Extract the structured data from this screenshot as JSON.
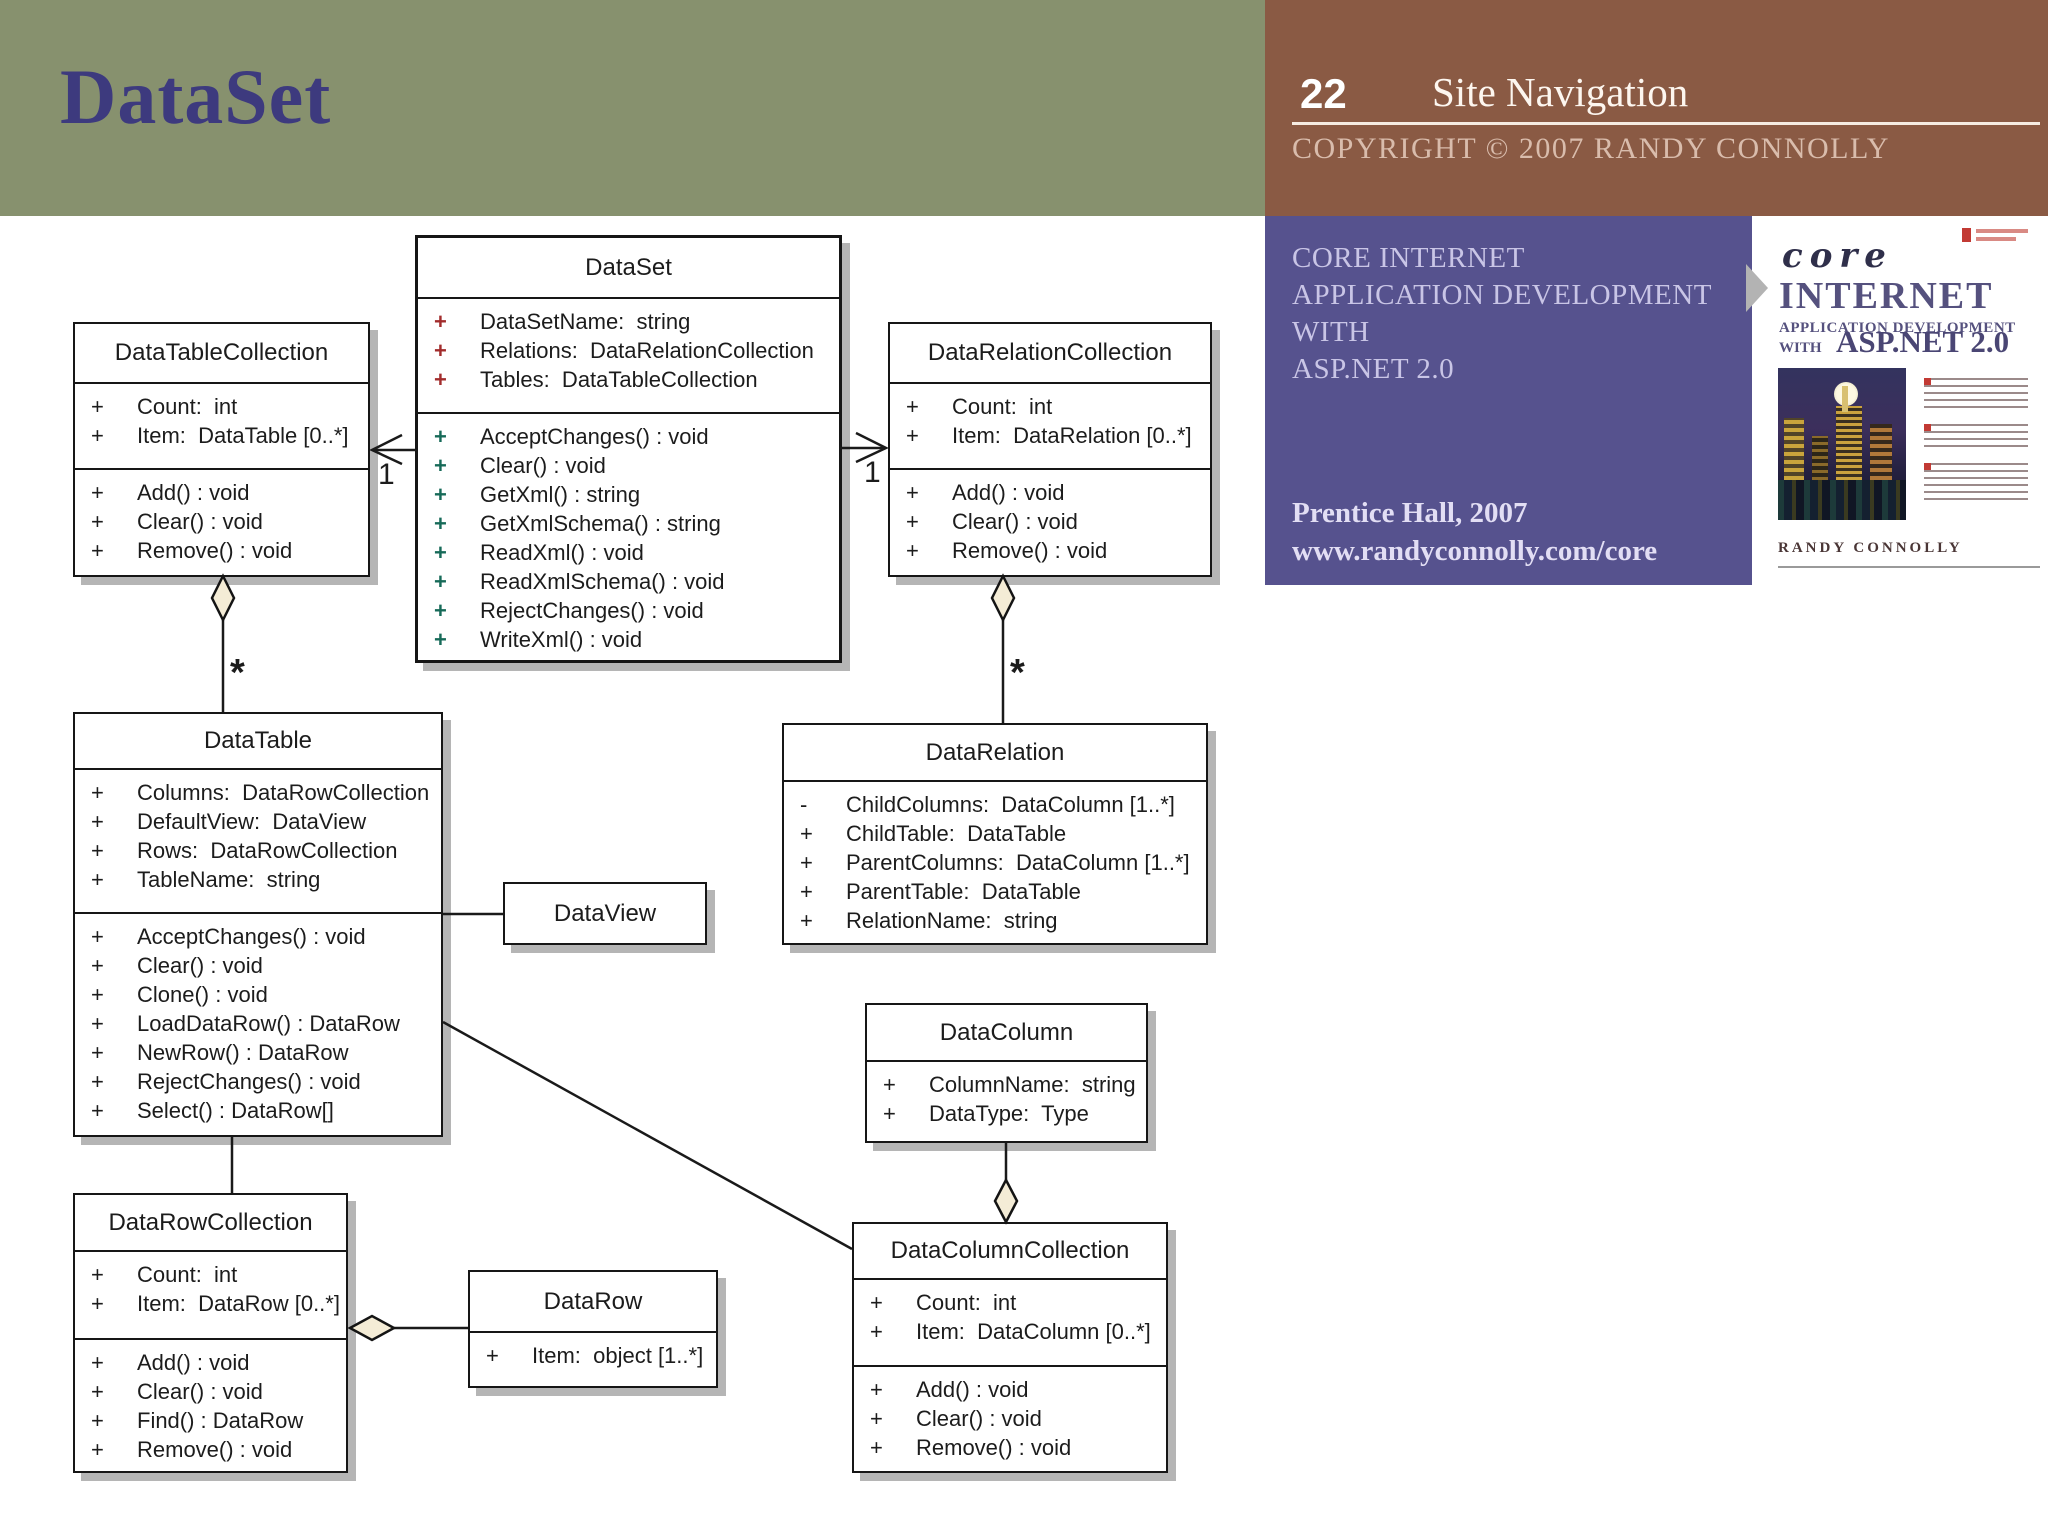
{
  "slide": {
    "title": "DataSet"
  },
  "header": {
    "page_number": "22",
    "section_title": "Site Navigation",
    "copyright": "COPYRIGHT © 2007 RANDY CONNOLLY"
  },
  "sidebar": {
    "line1": "CORE INTERNET",
    "line2": "APPLICATION DEVELOPMENT",
    "line3": "WITH",
    "line4": "ASP.NET 2.0",
    "publisher": "Prentice Hall, 2007",
    "url": "www.randyconnolly.com/core"
  },
  "book_cover": {
    "series": "core",
    "title": "INTERNET",
    "subtitle": "APPLICATION DEVELOPMENT",
    "with_label": "WITH",
    "edition": "ASP.NET 2.0",
    "author": "RANDY CONNOLLY"
  },
  "colors": {
    "header_green": "#87916E",
    "header_brown": "#8A5A44",
    "sidebar_purple": "#56528E",
    "title_purple": "#3D3A7E",
    "attr_plus_red": "#A22C2C",
    "method_plus_teal": "#166A58",
    "diamond_fill": "#F4ECD6"
  },
  "diagram": {
    "labels": {
      "one_left": "1",
      "one_right": "1",
      "many_left": "*",
      "many_right": "*"
    },
    "classes": {
      "dataset": {
        "name": "DataSet",
        "attributes": [
          {
            "sign": "+",
            "text": "DataSetName:  string"
          },
          {
            "sign": "+",
            "text": "Relations:  DataRelationCollection"
          },
          {
            "sign": "+",
            "text": "Tables:  DataTableCollection"
          }
        ],
        "methods": [
          {
            "sign": "+",
            "text": "AcceptChanges() : void"
          },
          {
            "sign": "+",
            "text": "Clear() : void"
          },
          {
            "sign": "+",
            "text": "GetXml() : string"
          },
          {
            "sign": "+",
            "text": "GetXmlSchema() : string"
          },
          {
            "sign": "+",
            "text": "ReadXml() : void"
          },
          {
            "sign": "+",
            "text": "ReadXmlSchema() : void"
          },
          {
            "sign": "+",
            "text": "RejectChanges() : void"
          },
          {
            "sign": "+",
            "text": "WriteXml() : void"
          }
        ]
      },
      "datatablecollection": {
        "name": "DataTableCollection",
        "attributes": [
          {
            "sign": "+",
            "text": "Count:  int"
          },
          {
            "sign": "+",
            "text": "Item:  DataTable [0..*]"
          }
        ],
        "methods": [
          {
            "sign": "+",
            "text": "Add() : void"
          },
          {
            "sign": "+",
            "text": "Clear() : void"
          },
          {
            "sign": "+",
            "text": "Remove() : void"
          }
        ]
      },
      "datarelationcollection": {
        "name": "DataRelationCollection",
        "attributes": [
          {
            "sign": "+",
            "text": "Count:  int"
          },
          {
            "sign": "+",
            "text": "Item:  DataRelation [0..*]"
          }
        ],
        "methods": [
          {
            "sign": "+",
            "text": "Add() : void"
          },
          {
            "sign": "+",
            "text": "Clear() : void"
          },
          {
            "sign": "+",
            "text": "Remove() : void"
          }
        ]
      },
      "datatable": {
        "name": "DataTable",
        "attributes": [
          {
            "sign": "+",
            "text": "Columns:  DataRowCollection"
          },
          {
            "sign": "+",
            "text": "DefaultView:  DataView"
          },
          {
            "sign": "+",
            "text": "Rows:  DataRowCollection"
          },
          {
            "sign": "+",
            "text": "TableName:  string"
          }
        ],
        "methods": [
          {
            "sign": "+",
            "text": "AcceptChanges() : void"
          },
          {
            "sign": "+",
            "text": "Clear() : void"
          },
          {
            "sign": "+",
            "text": "Clone() : void"
          },
          {
            "sign": "+",
            "text": "LoadDataRow() : DataRow"
          },
          {
            "sign": "+",
            "text": "NewRow() : DataRow"
          },
          {
            "sign": "+",
            "text": "RejectChanges() : void"
          },
          {
            "sign": "+",
            "text": "Select() : DataRow[]"
          }
        ]
      },
      "dataview": {
        "name": "DataView"
      },
      "datarelation": {
        "name": "DataRelation",
        "attributes": [
          {
            "sign": "-",
            "text": "ChildColumns:  DataColumn [1..*]"
          },
          {
            "sign": "+",
            "text": "ChildTable:  DataTable"
          },
          {
            "sign": "+",
            "text": "ParentColumns:  DataColumn [1..*]"
          },
          {
            "sign": "+",
            "text": "ParentTable:  DataTable"
          },
          {
            "sign": "+",
            "text": "RelationName:  string"
          }
        ]
      },
      "datacolumn": {
        "name": "DataColumn",
        "attributes": [
          {
            "sign": "+",
            "text": "ColumnName:  string"
          },
          {
            "sign": "+",
            "text": "DataType:  Type"
          }
        ]
      },
      "datarowcollection": {
        "name": "DataRowCollection",
        "attributes": [
          {
            "sign": "+",
            "text": "Count:  int"
          },
          {
            "sign": "+",
            "text": "Item:  DataRow [0..*]"
          }
        ],
        "methods": [
          {
            "sign": "+",
            "text": "Add() : void"
          },
          {
            "sign": "+",
            "text": "Clear() : void"
          },
          {
            "sign": "+",
            "text": "Find() : DataRow"
          },
          {
            "sign": "+",
            "text": "Remove() : void"
          }
        ]
      },
      "datarow": {
        "name": "DataRow",
        "attributes": [
          {
            "sign": "+",
            "text": "Item:  object [1..*]"
          }
        ]
      },
      "datacolumncollection": {
        "name": "DataColumnCollection",
        "attributes": [
          {
            "sign": "+",
            "text": "Count:  int"
          },
          {
            "sign": "+",
            "text": "Item:  DataColumn [0..*]"
          }
        ],
        "methods": [
          {
            "sign": "+",
            "text": "Add() : void"
          },
          {
            "sign": "+",
            "text": "Clear() : void"
          },
          {
            "sign": "+",
            "text": "Remove() : void"
          }
        ]
      }
    }
  }
}
